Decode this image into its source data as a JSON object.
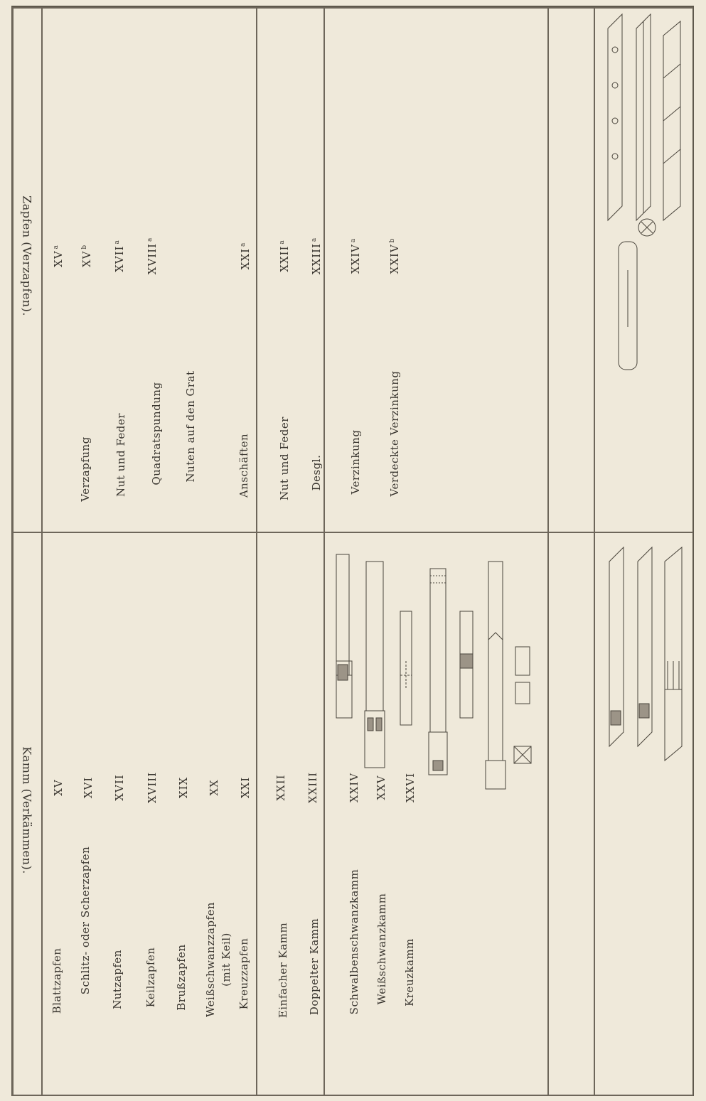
{
  "groups": [
    {
      "id": "zapfen",
      "label": "Zapfen (Verzapfen)."
    },
    {
      "id": "kamm",
      "label": "Kamm (Verkämmen)."
    }
  ],
  "left_rows": [
    {
      "name": "Blattzapfen",
      "number": "XV"
    },
    {
      "name": "Schlitz- oder Scherzapfen",
      "number": "XVI"
    },
    {
      "name": "Nutzapfen",
      "number": "XVII"
    },
    {
      "name": "Keilzapfen",
      "number": "XVIII"
    },
    {
      "name": "Brußzapfen",
      "number": "XIX"
    },
    {
      "name": "Weißschwanzzapfen",
      "name_line2": "(mit Keil)",
      "number": "XX"
    },
    {
      "name": "Kreuzzapfen",
      "number": "XXI"
    },
    {
      "name": "Einfacher Kamm",
      "number": "XXII"
    },
    {
      "name": "Doppelter Kamm",
      "number": "XXIII"
    },
    {
      "name": "Schwalbenschwanzkamm",
      "number": "XXIV"
    },
    {
      "name": "Weißschwanzkamm",
      "number": "XXV"
    },
    {
      "name": "Kreuzkamm",
      "number": "XXVI"
    }
  ],
  "right_rows": [
    {
      "name": "",
      "number": "XV",
      "suffix": "a"
    },
    {
      "name": "Verzapfung",
      "number": "XV",
      "suffix": "b"
    },
    {
      "name": "Nut und Feder",
      "number": "XVII",
      "suffix": "a"
    },
    {
      "name": "Quadratspundung",
      "number": "XVIII",
      "suffix": "a"
    },
    {
      "name": "Nuten auf den Grat",
      "number": "",
      "suffix": ""
    },
    {
      "name": "Anschäften",
      "number": "XXI",
      "suffix": "a"
    },
    {
      "name": "Nut und Feder",
      "number": "XXII",
      "suffix": "a"
    },
    {
      "name": "Desgl.",
      "number": "XXIII",
      "suffix": "a"
    },
    {
      "name": "Verzinkung",
      "number": "XXIV",
      "suffix": "a"
    },
    {
      "name": "Verdeckte Verzinkung",
      "number": "XXIV",
      "suffix": "b"
    }
  ],
  "colors": {
    "paper": "#efe9da",
    "ink": "#3a3630",
    "rule": "#6d665a"
  }
}
